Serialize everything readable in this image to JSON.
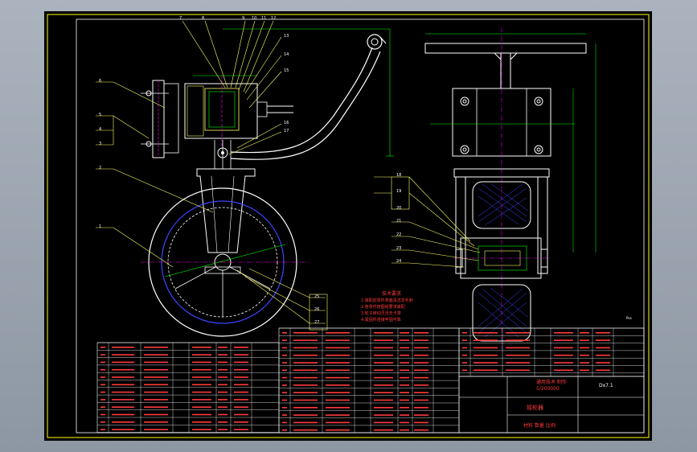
{
  "drawing": {
    "title_block_line1": "通用技术 制作",
    "title_block_line2": "5/200000",
    "part_name": "摇轮器",
    "scale_note": "Dx7.1",
    "footer_text": "材料   数量   比例",
    "tech_requirements_title": "技术要求",
    "tech_requirements": [
      "1.装配前零件表面清洁去毛刺",
      "2.各零件按图纸要求装配",
      "3.轮子转动灵活无卡滞",
      "4.紧固件连接牢固可靠"
    ],
    "callouts_left": [
      "6",
      "5",
      "4",
      "3",
      "2",
      "1"
    ],
    "callouts_top": [
      "7",
      "8",
      "9",
      "10",
      "11",
      "12",
      "13",
      "14",
      "15",
      "16",
      "17"
    ],
    "callouts_right": [
      "18",
      "19",
      "20",
      "21",
      "22",
      "23",
      "24"
    ],
    "callouts_bottom": [
      "25",
      "26",
      "27"
    ],
    "part_no_label": "Pos"
  },
  "colors": {
    "frame_yellow": "#ffff00",
    "line_white": "#ffffff",
    "dim_green": "#00ff00",
    "text_red": "#ff3b3b",
    "wheel_blue": "#3c46ff",
    "leader_yellow": "#ffff66",
    "hidden_magenta": "#ff00ff"
  }
}
